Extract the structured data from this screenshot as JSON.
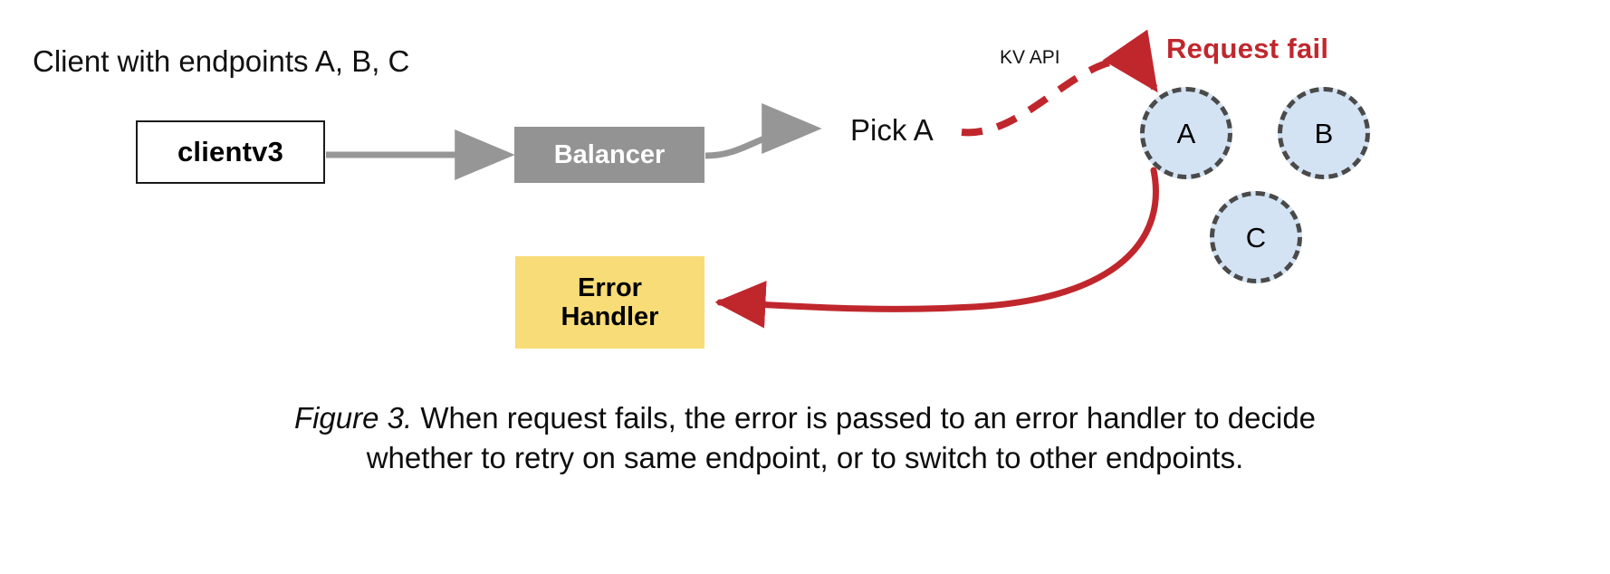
{
  "figure": {
    "client_caption": "Client with endpoints A, B, C",
    "caption_prefix": "Figure 3.",
    "caption_line1": " When request fails, the error is passed to an error handler to decide",
    "caption_line2": "whether to retry on same endpoint, or to switch to other endpoints."
  },
  "boxes": {
    "clientv3": "clientv3",
    "balancer": "Balancer",
    "error_handler_line1": "Error",
    "error_handler_line2": "Handler"
  },
  "labels": {
    "pick_a": "Pick A",
    "kv_api": "KV API",
    "request_fail": "Request fail"
  },
  "endpoints": [
    {
      "id": "a",
      "label": "A"
    },
    {
      "id": "b",
      "label": "B"
    },
    {
      "id": "c",
      "label": "C"
    }
  ],
  "colors": {
    "error_red": "#c0272d",
    "node_fill": "#d3e3f3",
    "node_stroke": "#4a4a4a",
    "balancer_fill": "#939393",
    "error_handler_fill": "#f8dc77",
    "flow_gray": "#969696",
    "text_black": "#111111"
  }
}
